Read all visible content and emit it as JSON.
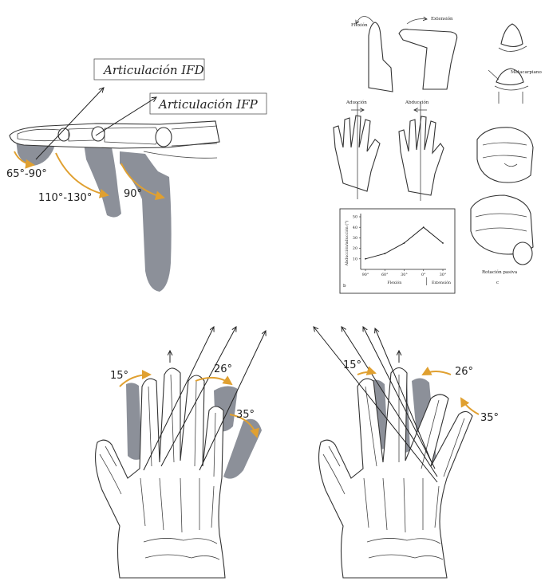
{
  "finger_flexion": {
    "label_ifd": "Articulación IFD",
    "label_ifp": "Articulación IFP",
    "angle_ifd": "65°-90°",
    "angle_mcf": "110°-130°",
    "angle_ifp": "90°"
  },
  "thumb_panel": {
    "flexion": "Flexión",
    "extension": "Extensión",
    "metacarpiano": "Metacarpiano",
    "aduccion": "Aducción",
    "abduccion": "Abducción",
    "rotacion": "Rotación pasiva",
    "chart_panel_letter": "b",
    "rotation_panel_letter": "c"
  },
  "chart_data": {
    "type": "line",
    "ylabel": "Abducción/aducción (°)",
    "x": [
      "90°",
      "60°",
      "30°",
      "0°",
      "30°"
    ],
    "y": [
      10,
      15,
      25,
      40,
      25
    ],
    "ylim": [
      0,
      50
    ],
    "yticks": [
      10,
      20,
      30,
      40,
      50
    ],
    "xgroups": [
      "Flexión",
      "Extensión"
    ],
    "grid": false
  },
  "hand_left": {
    "angle_a": "15°",
    "angle_b": "26°",
    "angle_c": "35°"
  },
  "hand_right": {
    "angle_a": "15°",
    "angle_b": "26°",
    "angle_c": "35°"
  },
  "colors": {
    "shadow": "#8c9099",
    "arc": "#e0a030",
    "line": "#222222"
  }
}
